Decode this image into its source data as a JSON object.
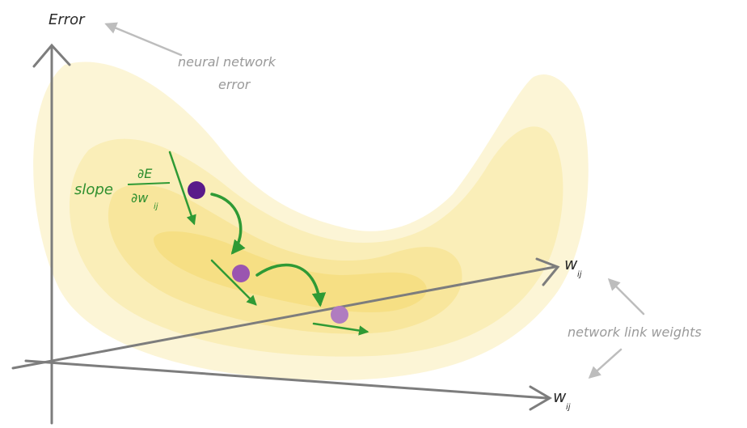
{
  "labels": {
    "y_axis": "Error",
    "error_note_line1": "neural network",
    "error_note_line2": "error",
    "slope_word": "slope",
    "slope_numerator": "∂E",
    "slope_denominator": "∂w",
    "slope_subscript": "ij",
    "axis_w_upper": "w",
    "axis_w_upper_sub": "ij",
    "axis_w_lower": "w",
    "axis_w_lower_sub": "ij",
    "weights_note": "network link weights"
  },
  "colors": {
    "surface_outer": "#fcf5d6",
    "surface_mid": "#faeeb8",
    "surface_inner": "#f8e69c",
    "surface_core": "#f6df84",
    "axis": "#7d7d7d",
    "pointer_arrow": "#bdbdbd",
    "green": "#2f9a35",
    "ball_start": "#5a1a8a",
    "ball_mid": "#9a55b0",
    "ball_end": "#b07cc0"
  },
  "balls": [
    "start",
    "middle",
    "end"
  ]
}
